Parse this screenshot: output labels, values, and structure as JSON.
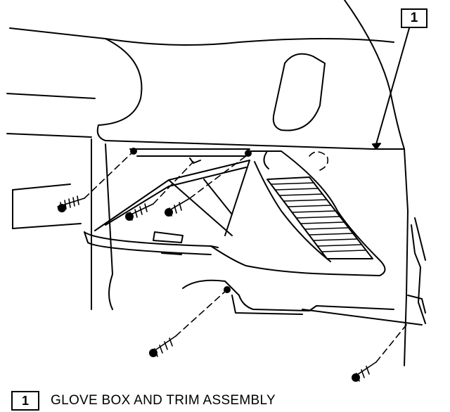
{
  "callout": {
    "number": "1"
  },
  "legend": [
    {
      "number": "1",
      "label": "GLOVE BOX AND TRIM ASSEMBLY"
    }
  ],
  "colors": {
    "ink": "#000000",
    "paper": "#ffffff"
  }
}
